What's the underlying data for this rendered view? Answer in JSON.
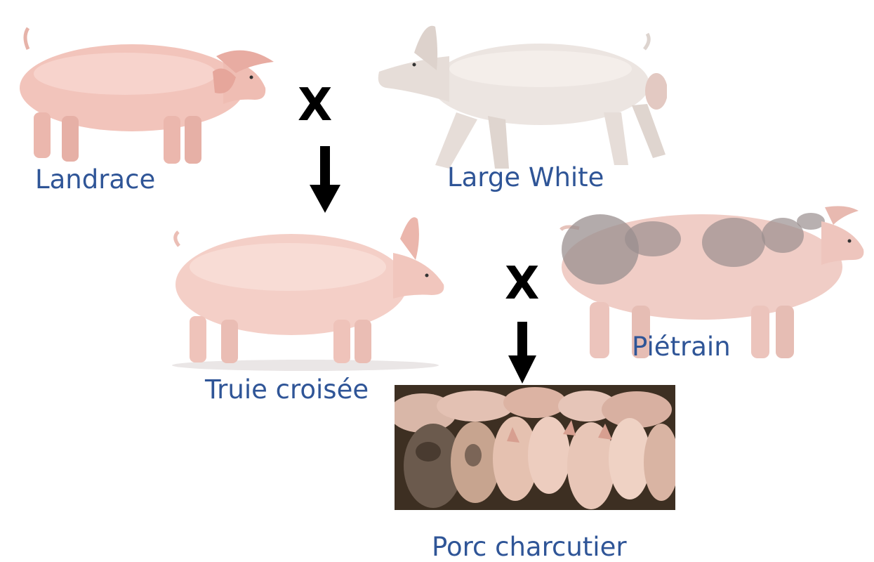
{
  "colors": {
    "label": "#2f5597",
    "cross": "#000000",
    "arrow": "#000000",
    "pink_pig": "#f2c4bb",
    "white_pig": "#ece5e1",
    "spot": "#9a8f8f"
  },
  "breeds": {
    "landrace": "Landrace",
    "large_white": "Large White",
    "cross_sow": "Truie croisée",
    "pietrain": "Piétrain",
    "market_pig": "Porc charcutier"
  },
  "cross_symbol": "X"
}
